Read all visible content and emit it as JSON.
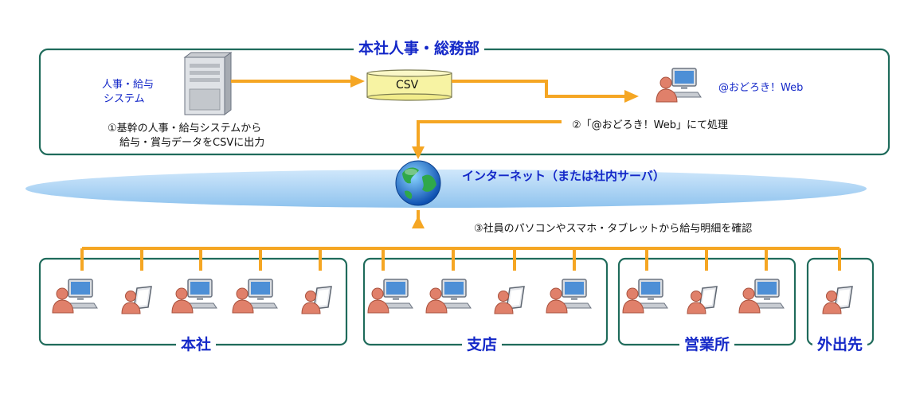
{
  "hq": {
    "title": "本社人事・総務部",
    "system_label_line1": "人事・給与",
    "system_label_line2": "システム",
    "csv_label": "CSV",
    "app_label": "@おどろき！Web",
    "step1_line1": "①基幹の人事・給与システムから",
    "step1_line2": "給与・賞与データをCSVに出力",
    "step2": "②「@おどろき！Web」にて処理"
  },
  "internet": {
    "label": "インターネット（または社内サーバ）"
  },
  "step3": "③社員のパソコンやスマホ・タブレットから給与明細を確認",
  "locations": [
    {
      "name": "本社"
    },
    {
      "name": "支店"
    },
    {
      "name": "営業所"
    },
    {
      "name": "外出先"
    }
  ],
  "colors": {
    "frame": "#1f6b5b",
    "arrow": "#f5a623",
    "title_text": "#1428c8",
    "cloud": "#9ecdf2",
    "cylinder": "#f7f3a3",
    "person": "#e0806a"
  }
}
